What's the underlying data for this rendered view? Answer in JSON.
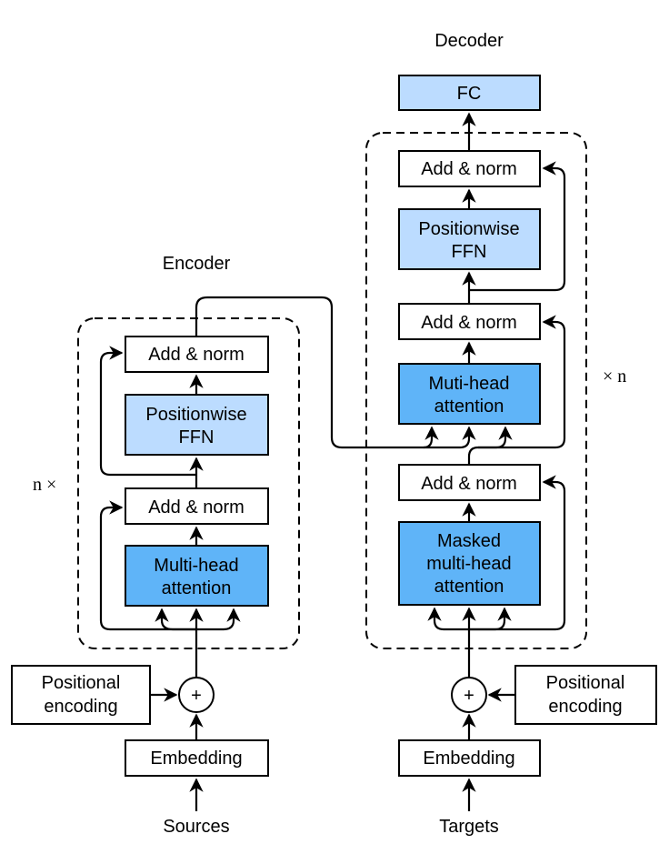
{
  "colors": {
    "white_box": "#ffffff",
    "light_blue_box": "#bcdcff",
    "blue_box": "#5fb4f8",
    "stroke": "#000000"
  },
  "encoder": {
    "title": "Encoder",
    "repeat_label": "n ×",
    "add_norm_top": "Add & norm",
    "ffn": [
      "Positionwise",
      "FFN"
    ],
    "add_norm_bottom": "Add & norm",
    "attention": [
      "Multi-head",
      "attention"
    ],
    "positional_encoding": [
      "Positional",
      "encoding"
    ],
    "plus": "+",
    "embedding": "Embedding",
    "input": "Sources"
  },
  "decoder": {
    "title": "Decoder",
    "repeat_label": "× n",
    "fc": "FC",
    "add_norm_top": "Add & norm",
    "ffn": [
      "Positionwise",
      "FFN"
    ],
    "add_norm_middle": "Add & norm",
    "cross_attention": [
      "Muti-head",
      "attention"
    ],
    "add_norm_bottom": "Add & norm",
    "masked_attention": [
      "Masked",
      "multi-head",
      "attention"
    ],
    "positional_encoding": [
      "Positional",
      "encoding"
    ],
    "plus": "+",
    "embedding": "Embedding",
    "input": "Targets"
  }
}
